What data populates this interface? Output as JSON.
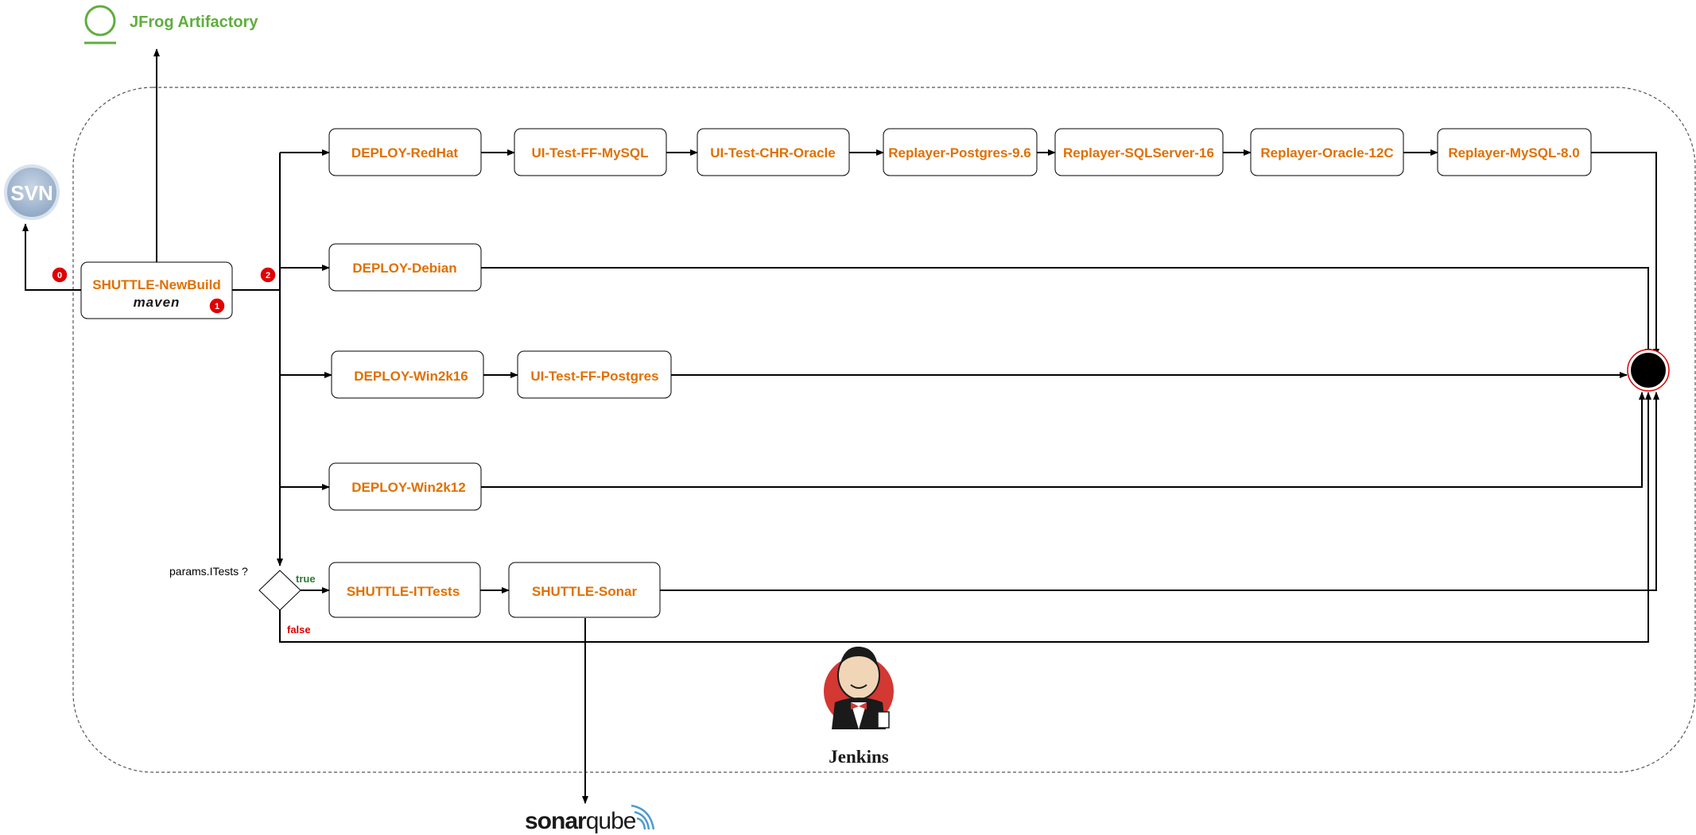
{
  "logos": {
    "artifactory": "JFrog Artifactory",
    "svn": "SVN",
    "maven": "maven",
    "jenkins": "Jenkins",
    "sonarqube_a": "sonar",
    "sonarqube_b": "qube"
  },
  "nodes": {
    "newbuild": "SHUTTLE-NewBuild",
    "deploy_redhat": "DEPLOY-RedHat",
    "ui_ff_mysql": "UI-Test-FF-MySQL",
    "ui_chr_oracle": "UI-Test-CHR-Oracle",
    "rep_pg": "Replayer-Postgres-9.6",
    "rep_sqlserver": "Replayer-SQLServer-16",
    "rep_oracle": "Replayer-Oracle-12C",
    "rep_mysql": "Replayer-MySQL-8.0",
    "deploy_debian": "DEPLOY-Debian",
    "deploy_win2k16": "DEPLOY-Win2k16",
    "ui_ff_pg": "UI-Test-FF-Postgres",
    "deploy_win2k12": "DEPLOY-Win2k12",
    "ittests": "SHUTTLE-ITTests",
    "sonar": "SHUTTLE-Sonar"
  },
  "decision": {
    "question": "params.ITests ?",
    "true_label": "true",
    "false_label": "false"
  },
  "badges": {
    "b0": "0",
    "b1": "1",
    "b2": "2"
  },
  "colors": {
    "node_text": "#e07000",
    "artifactory_green": "#5fae3e",
    "badge_red": "#e00000",
    "true_green": "#2e7d32",
    "false_red": "#e00000",
    "svn_blue": "#9fb5cf"
  }
}
